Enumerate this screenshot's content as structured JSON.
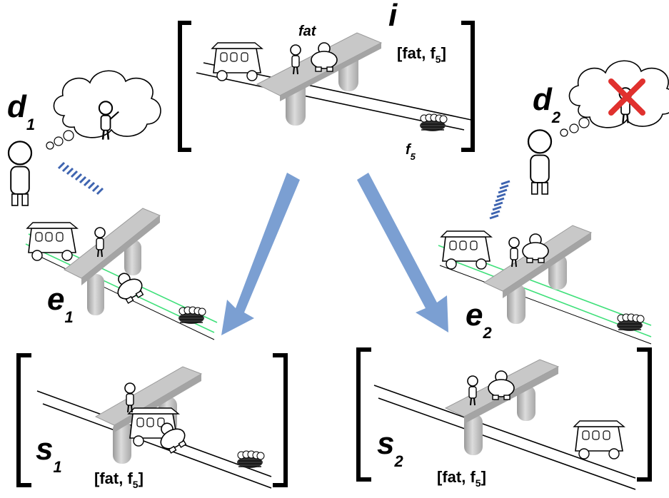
{
  "top": {
    "label_main": "i",
    "label_fat": "fat",
    "vector_open": "[fat, f",
    "vector_sub": "5",
    "vector_close": "]",
    "label_f": "f",
    "label_f_sub": "5"
  },
  "left": {
    "d_main": "d",
    "d_sub": "1",
    "e_main": "e",
    "e_sub": "1",
    "s_main": "s",
    "s_sub": "1",
    "vector_open": "[fat, f",
    "vector_sub": "5",
    "vector_close": "]"
  },
  "right": {
    "d_main": "d",
    "d_sub": "2",
    "e_main": "e",
    "e_sub": "2",
    "s_main": "s",
    "s_sub": "2",
    "vector_open": "[fat, f",
    "vector_sub": "5",
    "vector_close": "]"
  },
  "colors": {
    "arrow": "#7b9fd2",
    "dashes": "#3e64b0",
    "bridge": "#c8c8c8",
    "green_track": "#3fe07a",
    "cross": "#e0312e"
  }
}
